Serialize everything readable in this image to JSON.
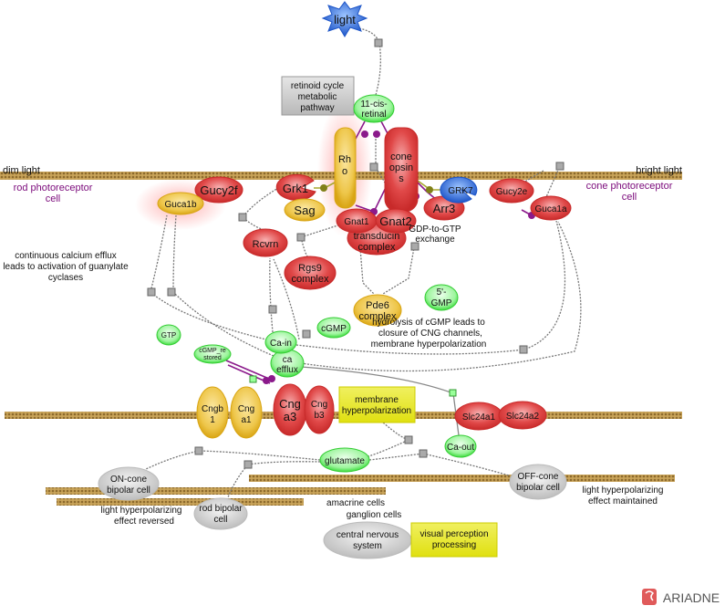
{
  "labels": {
    "light": "light",
    "retinoid": [
      "retinoid cycle",
      "metabolic",
      "pathway"
    ],
    "cis_retinal": [
      "11-cis-",
      "retinal"
    ],
    "rho": [
      "Rh",
      "o"
    ],
    "cone_opsins": [
      "cone",
      "opsin",
      "s"
    ],
    "dim_light": "dim light",
    "bright_light": "bright light",
    "rod_cell": [
      "rod photoreceptor",
      "cell"
    ],
    "cone_cell": [
      "cone photoreceptor",
      "cell"
    ],
    "gucy2f": "Gucy2f",
    "guca1b": "Guca1b",
    "grk1": "Grk1",
    "sag": "Sag",
    "gnat1": "Gnat1",
    "gnat2": "Gnat2",
    "transducin": [
      "transducin",
      "complex"
    ],
    "grk7": "GRK7",
    "arr3": "Arr3",
    "gucy2e": "Gucy2e",
    "guca1a": "Guca1a",
    "rcvrn": "Rcvrn",
    "rgs9": [
      "Rgs9",
      "complex"
    ],
    "gdp_gtp": [
      "GDP-to-GTP",
      "exchange"
    ],
    "pde6": [
      "Pde6",
      "complex"
    ],
    "gmp5": [
      "5'-",
      "GMP"
    ],
    "hydrolysis": [
      "hydrolysis of cGMP leads to",
      "closure of CNG channels,",
      "membrane hyperpolarization"
    ],
    "calcium_efflux": [
      "continuous calcium efflux",
      "leads to activation of guanylate",
      "cyclases"
    ],
    "gtp": "GTP",
    "cgmp": "cGMP",
    "cgmp_restored": [
      "cGMP_re",
      "stored"
    ],
    "ca_in": "Ca-in",
    "ca_efflux": [
      "ca",
      "efflux"
    ],
    "cngb1": [
      "Cngb",
      "1"
    ],
    "cnga1": [
      "Cng",
      "a1"
    ],
    "cnga3": [
      "Cng",
      "a3"
    ],
    "cngb3": [
      "Cng",
      "b3"
    ],
    "membrane_hyper": [
      "membrane",
      "hyperpolarization"
    ],
    "slc24a1": "Slc24a1",
    "slc24a2": "Slc24a2",
    "ca_out": "Ca-out",
    "glutamate": "glutamate",
    "on_cone": [
      "ON-cone",
      "bipolar cell"
    ],
    "rod_bipolar": [
      "rod bipolar",
      "cell"
    ],
    "off_cone": [
      "OFF-cone",
      "bipolar cell"
    ],
    "effect_reversed": [
      "light hyperpolarizing",
      "effect reversed"
    ],
    "effect_maintained": [
      "light hyperpolarizing",
      "effect maintained"
    ],
    "amacrine": "amacrine cells",
    "ganglion": "ganglion cells",
    "cns": [
      "central nervous",
      "system"
    ],
    "visual": [
      "visual perception",
      "processing"
    ],
    "logo": "ARIADNE"
  },
  "colors": {
    "protein_red": "#e04848",
    "protein_yellow": "#e8b830",
    "small_molecule_green": "#44dd44",
    "cell_gray": "#cccccc",
    "process_yellow": "#e6e61a",
    "membrane": "#b8944a",
    "light_blue": "#3a7ff0",
    "label_purple": "#7b0a7b"
  }
}
